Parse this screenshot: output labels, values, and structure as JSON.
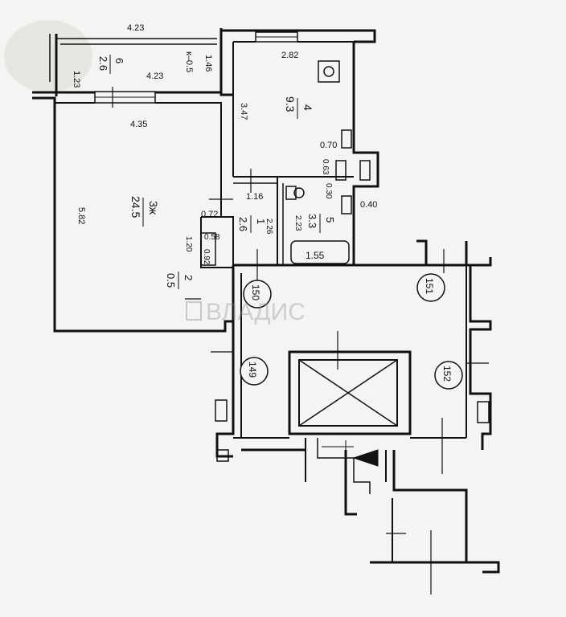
{
  "dimensions": {
    "top_balcony_width": "4.23",
    "balcony_inner_width": "4.23",
    "balcony_height": "1.23",
    "balcony_side": "1.46",
    "kitchen_width": "2.82",
    "kitchen_height": "3.47",
    "room_width": "4.35",
    "room_height": "5.82",
    "d_070": "0.70",
    "d_063": "0.63",
    "d_030": "0.30",
    "d_040": "0.40",
    "d_116": "1.16",
    "d_072": "0.72",
    "d_226": "2.26",
    "d_223": "2.23",
    "d_120": "1.20",
    "d_058": "0.58",
    "d_092": "0.92",
    "bath_length": "1.55"
  },
  "rooms": {
    "balcony": {
      "number": "6",
      "area": "2.6",
      "coef": "к–0.5"
    },
    "kitchen": {
      "number": "4",
      "area": "9.3"
    },
    "living": {
      "number": "3ж",
      "area": "24.5"
    },
    "hall": {
      "number": "1",
      "area": "2.6"
    },
    "bathroom": {
      "number": "5",
      "area": "3.3"
    },
    "closet": {
      "number": "2",
      "area": "0.5"
    }
  },
  "apartments": {
    "apt_149": "149",
    "apt_150": "150",
    "apt_151": "151",
    "apt_152": "152"
  },
  "watermark": "ВЛАДИС",
  "colors": {
    "ink": "#111111",
    "paper": "#f4f4f2"
  }
}
